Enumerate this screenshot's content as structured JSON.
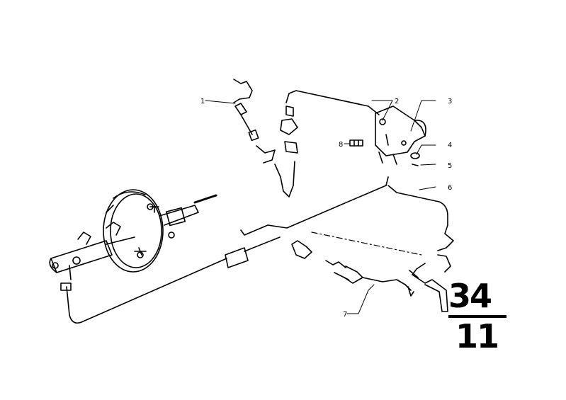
{
  "diagram": {
    "group_number": "34",
    "sub_number": "11",
    "callouts": [
      {
        "id": "callout-1",
        "label": "1"
      },
      {
        "id": "callout-2",
        "label": "2"
      },
      {
        "id": "callout-3",
        "label": "3"
      },
      {
        "id": "callout-4",
        "label": "4"
      },
      {
        "id": "callout-5",
        "label": "5"
      },
      {
        "id": "callout-6",
        "label": "6"
      },
      {
        "id": "callout-7",
        "label": "7"
      },
      {
        "id": "callout-8",
        "label": "8"
      }
    ]
  }
}
